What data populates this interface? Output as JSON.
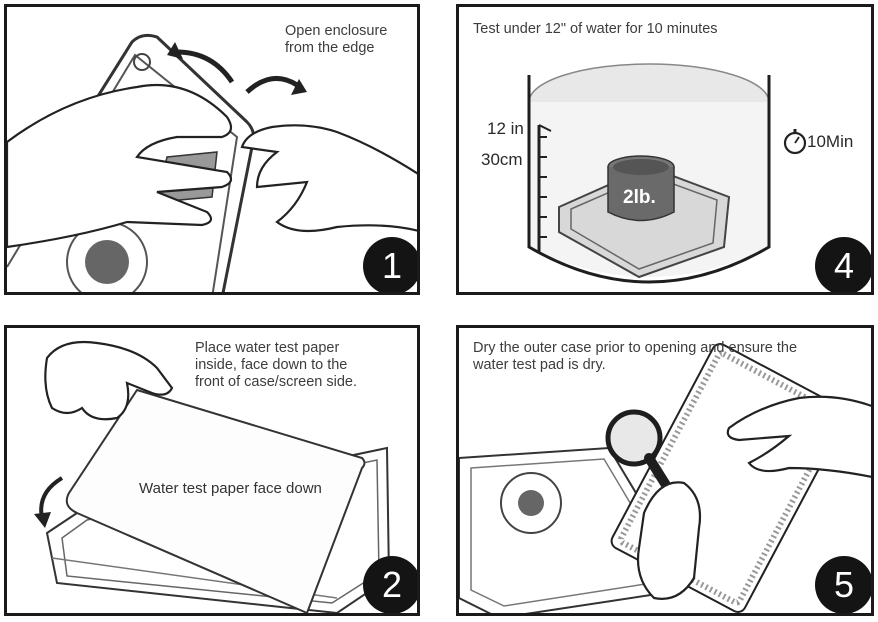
{
  "panels": [
    {
      "step": "1",
      "caption": "Open enclosure\nfrom the edge"
    },
    {
      "step": "4",
      "caption": "Test under 12\" of water for 10 minutes",
      "depth_in": "12 in",
      "depth_cm": "30cm",
      "weight": "2lb.",
      "timer": "10Min"
    },
    {
      "step": "2",
      "caption": "Place water test paper\ninside, face down to the\nfront of case/screen side.",
      "paper_label": "Water test paper face down"
    },
    {
      "step": "5",
      "caption": "Dry the outer case prior to opening and ensure the\nwater test pad is dry."
    }
  ]
}
